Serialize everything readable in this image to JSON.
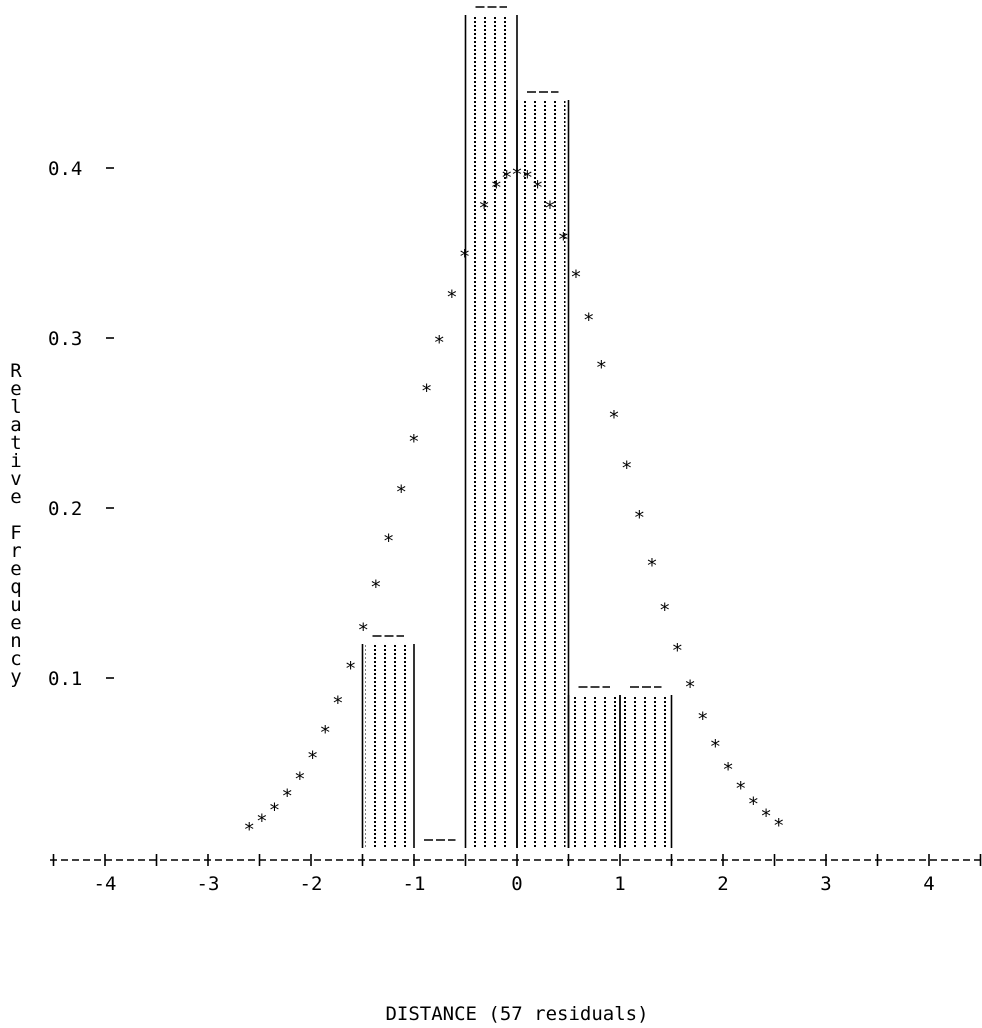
{
  "chart_data": {
    "type": "bar",
    "style": "ascii-histogram",
    "xlabel": "DISTANCE (57 residuals)",
    "ylabel": "Relative Frequency",
    "x_ticks": [
      -4,
      -3,
      -2,
      -1,
      0,
      1,
      2,
      3,
      4
    ],
    "y_ticks": [
      "0.1",
      "0.2",
      "0.3",
      "0.4"
    ],
    "xlim": [
      -4.5,
      4.5
    ],
    "ylim": [
      0,
      0.5
    ],
    "bins": [
      {
        "from": -1.5,
        "to": -1.0,
        "value": 0.12
      },
      {
        "from": -1.0,
        "to": -0.5,
        "value": 0.0
      },
      {
        "from": -0.5,
        "to": 0.0,
        "value": 0.49
      },
      {
        "from": 0.0,
        "to": 0.5,
        "value": 0.44
      },
      {
        "from": 0.5,
        "to": 1.0,
        "value": 0.09
      },
      {
        "from": 1.0,
        "to": 1.5,
        "value": 0.09
      }
    ],
    "curve": {
      "type": "normal-density",
      "marker": "*",
      "mean": 0,
      "sd": 1
    }
  }
}
